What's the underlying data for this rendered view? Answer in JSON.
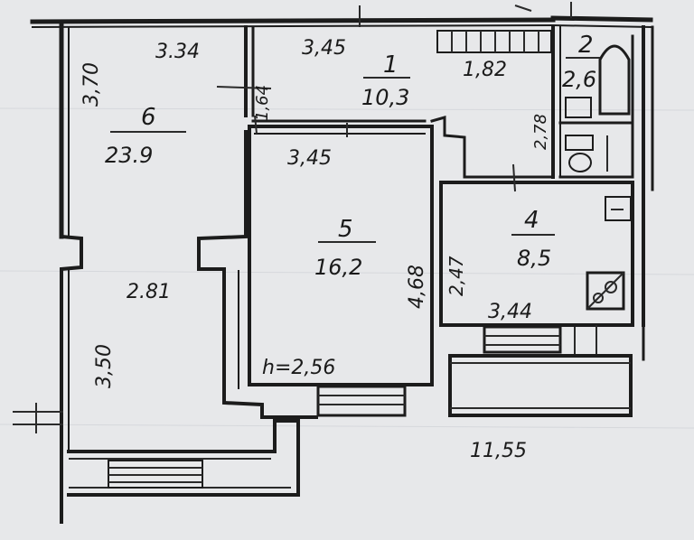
{
  "rooms": [
    {
      "id": "1",
      "area": "10,3"
    },
    {
      "id": "2",
      "area": "2,6"
    },
    {
      "id": "4",
      "area": "8,5"
    },
    {
      "id": "5",
      "area": "16,2"
    },
    {
      "id": "6",
      "area": "23.9"
    }
  ],
  "dimensions": {
    "d_3_34": "3.34",
    "d_3_45_top": "3,45",
    "d_3_70": "3,70",
    "d_1_64": "1,64",
    "d_1_82": "1,82",
    "d_2_78": "2,78",
    "d_3_45_room5": "3,45",
    "d_4_68": "4,68",
    "d_2_47": "2,47",
    "d_3_44": "3,44",
    "d_2_81": "2.81",
    "d_3_50": "3,50",
    "d_11_55": "11,55",
    "ceiling_height": "h=2,56"
  }
}
